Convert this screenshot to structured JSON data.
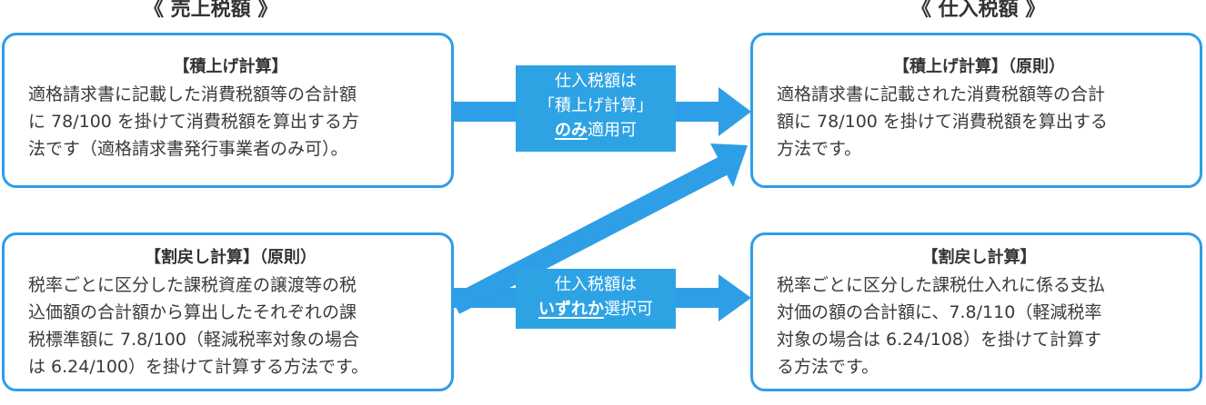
{
  "headings": {
    "left": "《 売上税額 》",
    "right": "《 仕入税額 》"
  },
  "boxes": {
    "sales_tsumiage": {
      "title": "【積上げ計算】",
      "title_suffix": "",
      "lines": [
        "適格請求書に記載した消費税額等の合計額",
        "に 78/100 を掛けて消費税額を算出する方",
        "法です（適格請求書発行事業者のみ可）。"
      ]
    },
    "sales_warimodoshi": {
      "title": "【割戻し計算】",
      "title_suffix": "（原則）",
      "lines": [
        "税率ごとに区分した課税資産の譲渡等の税",
        "込価額の合計額から算出したそれぞれの課",
        "税標準額に 7.8/100（軽減税率対象の場合",
        "は 6.24/100）を掛けて計算する方法です。"
      ]
    },
    "purchase_tsumiage": {
      "title": "【積上げ計算】",
      "title_suffix": "（原則）",
      "lines": [
        "適格請求書に記載された消費税額等の合計",
        "額に 78/100 を掛けて消費税額を算出する",
        "方法です。"
      ]
    },
    "purchase_warimodoshi": {
      "title": "【割戻し計算】",
      "title_suffix": "",
      "lines": [
        "税率ごとに区分した課税仕入れに係る支払",
        "対価の額の合計額に、7.8/110（軽減税率",
        "対象の場合は 6.24/108）を掛けて計算す",
        "る方法です。"
      ]
    }
  },
  "labels": {
    "top": {
      "line1": "仕入税額は",
      "line2": "「積上げ計算」",
      "emphasis": "のみ",
      "rest": "適用可"
    },
    "bottom": {
      "line1": "仕入税額は",
      "emphasis": "いずれか",
      "rest": "選択可"
    }
  },
  "colors": {
    "box_border": "#2e9ee6",
    "arrow": "#2e9ee6",
    "label_bg": "#2ea3e4",
    "label_text": "#ffffff"
  }
}
